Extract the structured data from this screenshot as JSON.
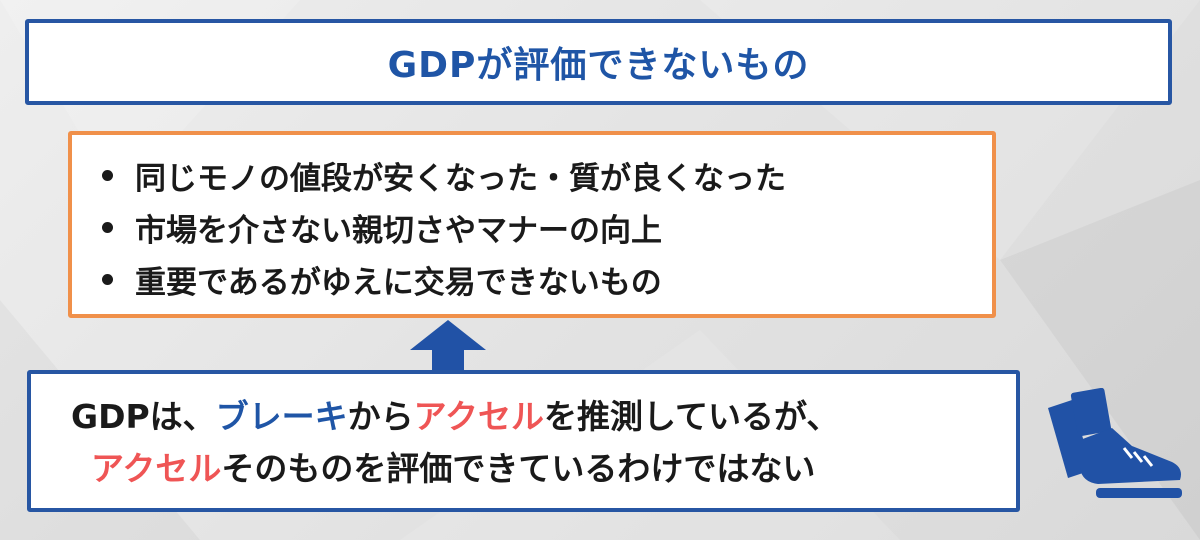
{
  "title": "GDPが評価できないもの",
  "list_items": [
    "同じモノの値段が安くなった・質が良くなった",
    "市場を介さない親切さやマナーの向上",
    "重要であるがゆえに交易できないもの"
  ],
  "statement": {
    "line1": {
      "p1": "GDPは、",
      "p2": "ブレーキ",
      "p3": "から",
      "p4": "アクセル",
      "p5": "を推測しているが、"
    },
    "line2": {
      "p1": "アクセル",
      "p2": "そのものを評価できているわけではない"
    }
  },
  "colors": {
    "title_border": "#2756a3",
    "title_text": "#1f55a6",
    "list_border": "#f0904a",
    "highlight_blue": "#1f55a6",
    "highlight_red": "#ef5555"
  },
  "icons": {
    "arrow": "up-arrow-icon",
    "pedal": "foot-pedal-icon"
  }
}
